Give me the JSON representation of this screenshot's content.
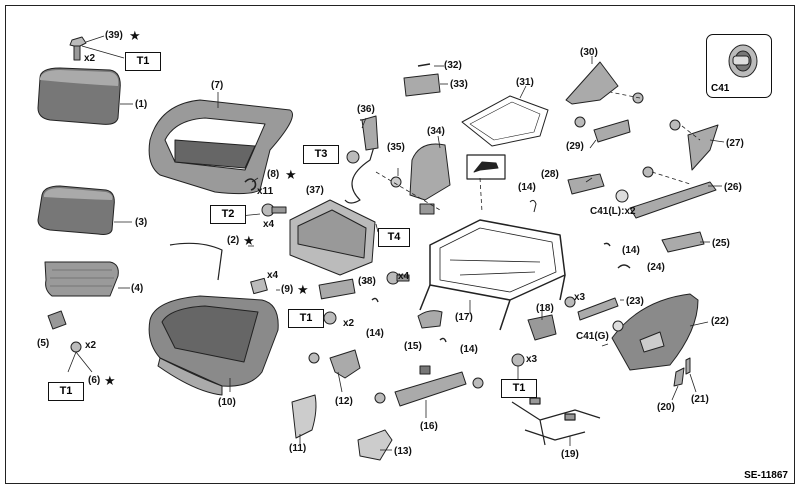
{
  "diagram_code": "SE-11867",
  "inset_label": "C41",
  "callouts": {
    "p1": "(1)",
    "p2": "(2)",
    "p3": "(3)",
    "p4": "(4)",
    "p5": "(5)",
    "p6": "(6)",
    "p7": "(7)",
    "p8": "(8)",
    "p9": "(9)",
    "p10": "(10)",
    "p11": "(11)",
    "p12": "(12)",
    "p13": "(13)",
    "p14a": "(14)",
    "p14b": "(14)",
    "p14c": "(14)",
    "p14d": "(14)",
    "p15": "(15)",
    "p16": "(16)",
    "p17": "(17)",
    "p18": "(18)",
    "p19": "(19)",
    "p20": "(20)",
    "p21": "(21)",
    "p22": "(22)",
    "p23": "(23)",
    "p24": "(24)",
    "p25": "(25)",
    "p26": "(26)",
    "p27": "(27)",
    "p28": "(28)",
    "p29": "(29)",
    "p30": "(30)",
    "p31": "(31)",
    "p32": "(32)",
    "p33": "(33)",
    "p34": "(34)",
    "p35": "(35)",
    "p36": "(36)",
    "p37": "(37)",
    "p38": "(38)",
    "p39": "(39)"
  },
  "quantities": {
    "q39": "x2",
    "q8": "x11",
    "qT2": "x4",
    "q9": "x4",
    "qT4": "x4",
    "qT1c": "x2",
    "qT1a": "x2",
    "q23": "x3",
    "qT1d": "x3",
    "c41l": "C41(L):x2",
    "c41g": "C41(G)"
  },
  "torque_boxes": {
    "t1_top": "T1",
    "t2": "T2",
    "t3": "T3",
    "t4": "T4",
    "t1_center": "T1",
    "t1_left": "T1",
    "t1_bottom": "T1"
  },
  "star_symbol": "★"
}
